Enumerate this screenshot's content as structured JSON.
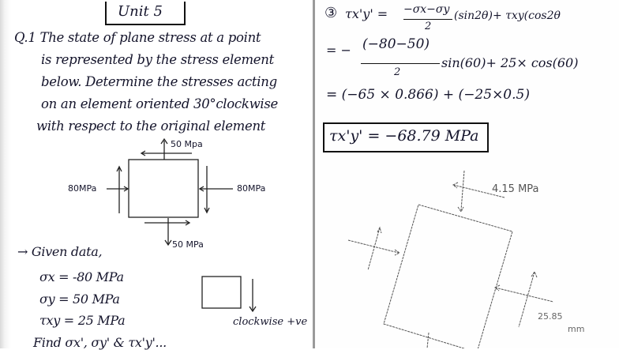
{
  "left_page": {
    "unit_title": "Unit 5",
    "question_lines": [
      "Q.1 The state of plane stress at a point",
      "is represented by the stress element",
      "below. Determine the stresses acting",
      "on an element oriented 30°clockwise",
      "with respect to the original element"
    ],
    "diagram_labels": {
      "top": "50 Mpa",
      "left": "80MPa",
      "right": "80MPa",
      "bottom": "50 MPa"
    },
    "given_heading": "→  Given data,",
    "given": [
      "σx = -80 MPa",
      "σy = 50 MPa",
      "τxy = 25 MPa"
    ],
    "sign_note": "clockwise +ve",
    "find_line": "Find σx', σy' & τx'y'..."
  },
  "right_page": {
    "step_number": "③",
    "formula_lhs": "τx'y' =",
    "formula_num": "−σx−σy",
    "formula_den": "2",
    "formula_rest": "(sin2θ)+ τxy(cos2θ",
    "sub_eq_prefix": "= −",
    "sub_num": "(−80−50)",
    "sub_den": "2",
    "sub_rest": "sin(60)+ 25× cos(60)",
    "eval_line": "= (−65 × 0.866) + (−25×0.5)",
    "result": "τx'y' = −68.79 MPa",
    "diagram_labels": {
      "stress": "4.15 MPa",
      "dim_value": "25.85",
      "dim_unit": "mm"
    }
  }
}
